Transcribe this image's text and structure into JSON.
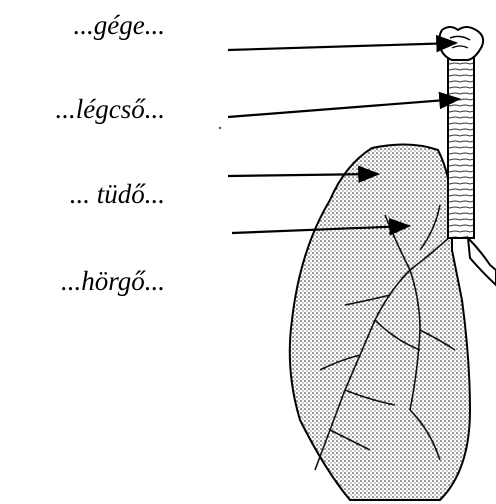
{
  "labels": [
    "...gége...",
    "...légcső...",
    "... tüdő...",
    "...hörgő..."
  ],
  "colors": {
    "ink": "#000000",
    "paper": "#ffffff"
  }
}
